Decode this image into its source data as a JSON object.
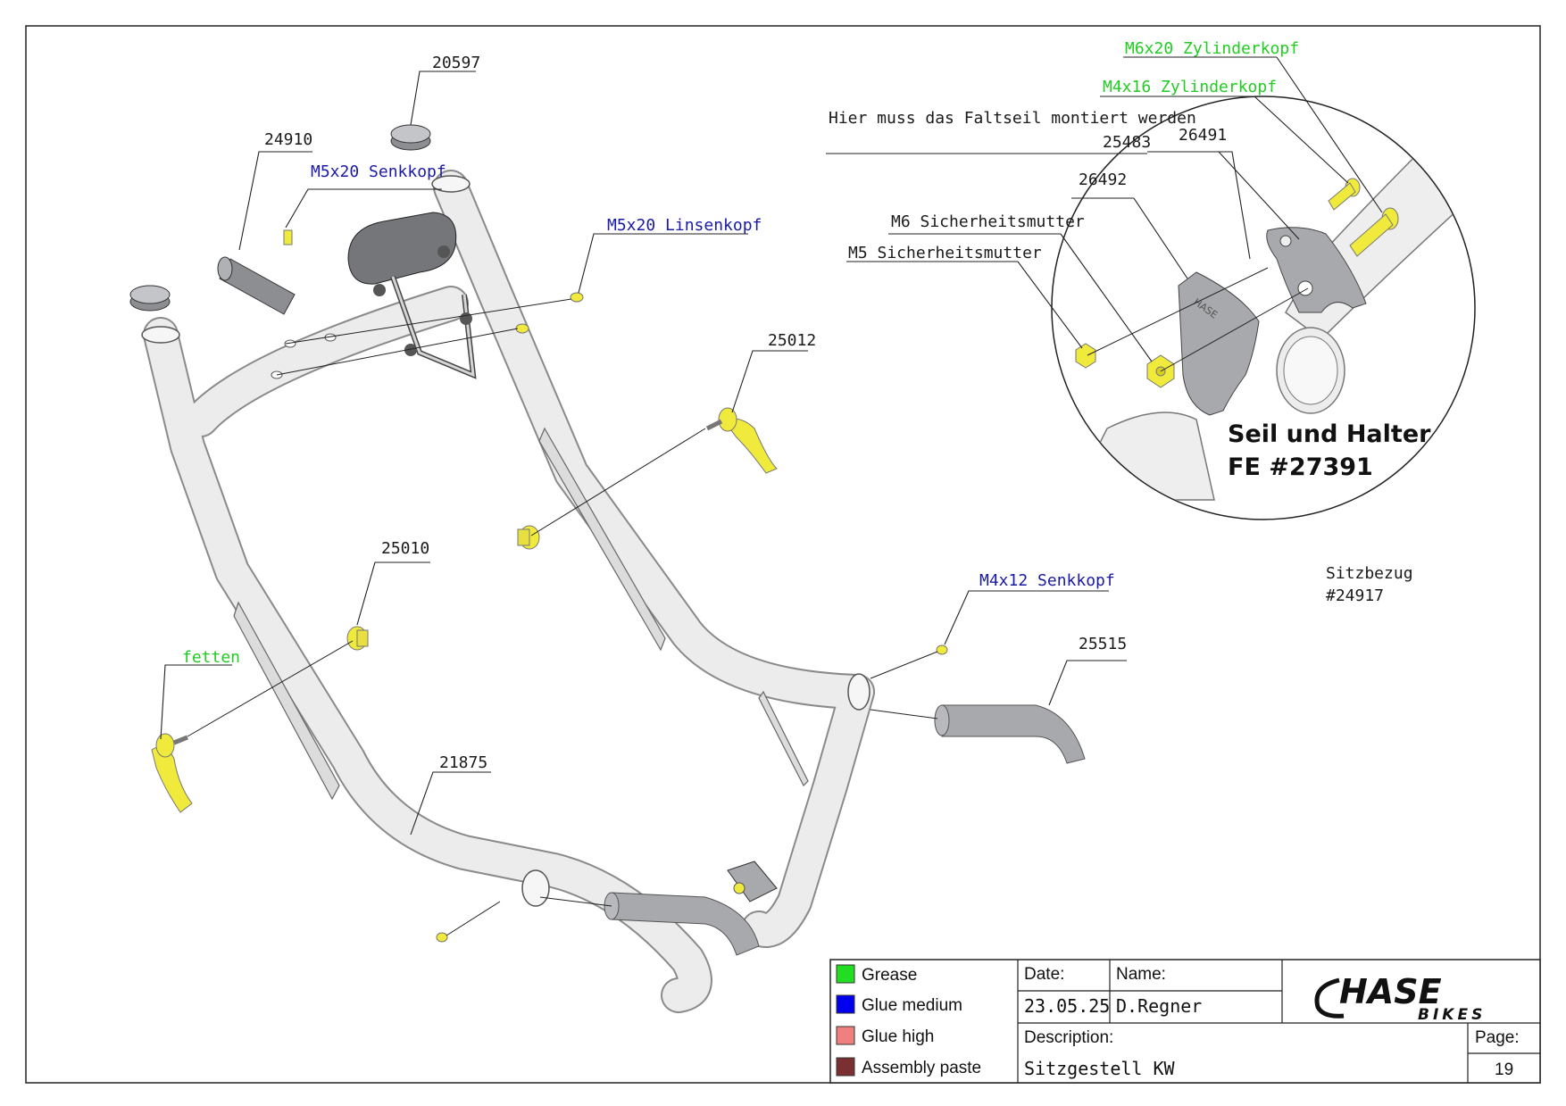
{
  "part_labels": {
    "p20597": "20597",
    "p24910": "24910",
    "p25012": "25012",
    "p25010": "25010",
    "p21875": "21875",
    "p25515": "25515",
    "p25483": "25483",
    "p26491": "26491",
    "p26492": "26492"
  },
  "hardware_labels": {
    "m5x20_senkkopf": "M5x20 Senkkopf",
    "m5x20_linsenkopf": "M5x20 Linsenkopf",
    "m4x12_senkkopf": "M4x12 Senkkopf",
    "m6x20_zylinderkopf": "M6x20 Zylinderkopf",
    "m4x16_zylinderkopf": "M4x16 Zylinderkopf",
    "m6_sicherheitsmutter": "M6 Sicherheitsmutter",
    "m5_sicherheitsmutter": "M5 Sicherheitsmutter",
    "fetten": "fetten"
  },
  "notes": {
    "faltseil": "Hier muss das Faltseil montiert werden",
    "detail_title_1": "Seil und Halter",
    "detail_title_2": "FE #27391",
    "sitzbezug_1": "Sitzbezug",
    "sitzbezug_2": "#24917"
  },
  "legend": [
    {
      "label": "Grease",
      "color": "#22dd22"
    },
    {
      "label": "Glue medium",
      "color": "#0000ee"
    },
    {
      "label": "Glue high",
      "color": "#f08080"
    },
    {
      "label": "Assembly paste",
      "color": "#7a3030"
    }
  ],
  "title_block": {
    "date_label": "Date:",
    "date_value": "23.05.25",
    "name_label": "Name:",
    "name_value": "D.Regner",
    "description_label": "Description:",
    "description_value": "Sitzgestell KW",
    "page_label": "Page:",
    "page_value": "19"
  },
  "logo": {
    "main": "HASE",
    "sub": "BIKES"
  },
  "colors": {
    "hardware_yellow": "#f0ea3c",
    "grey_part": "#a8a9ad",
    "tube_fill": "#ebebeb"
  }
}
